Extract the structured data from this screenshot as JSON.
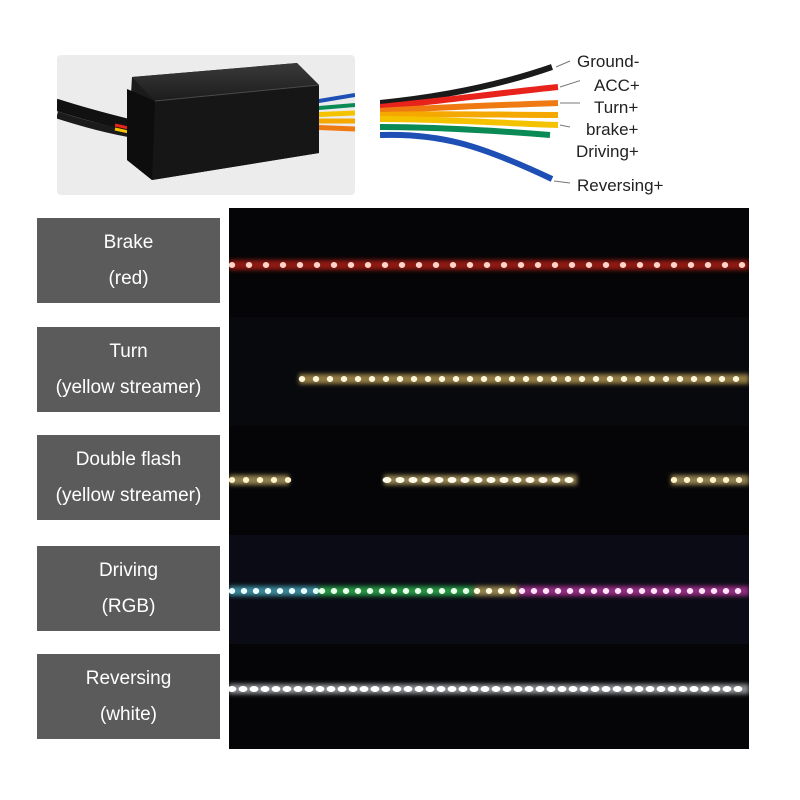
{
  "wires": [
    {
      "label": "Ground-",
      "color": "#1a1a1a"
    },
    {
      "label": "ACC+",
      "color": "#e8231b"
    },
    {
      "label": "Turn+",
      "color": "#f07a12"
    },
    {
      "label": "brake+",
      "color": "#f5c200"
    },
    {
      "label": "Driving+",
      "color": "#0a8a55"
    },
    {
      "label": "Reversing+",
      "color": "#1e4fb5"
    }
  ],
  "modes": [
    {
      "line1": "Brake",
      "line2": "(red)",
      "led_color": "#ff2a1a"
    },
    {
      "line1": "Turn",
      "line2": "(yellow streamer)",
      "led_color": "#ffd870"
    },
    {
      "line1": "Double flash",
      "line2": "(yellow streamer)",
      "led_color": "#ffe08a"
    },
    {
      "line1": "Driving",
      "line2": "(RGB)",
      "led_color": "#7af0ff"
    },
    {
      "line1": "Reversing",
      "line2": "(white)",
      "led_color": "#f4f8ff"
    }
  ]
}
